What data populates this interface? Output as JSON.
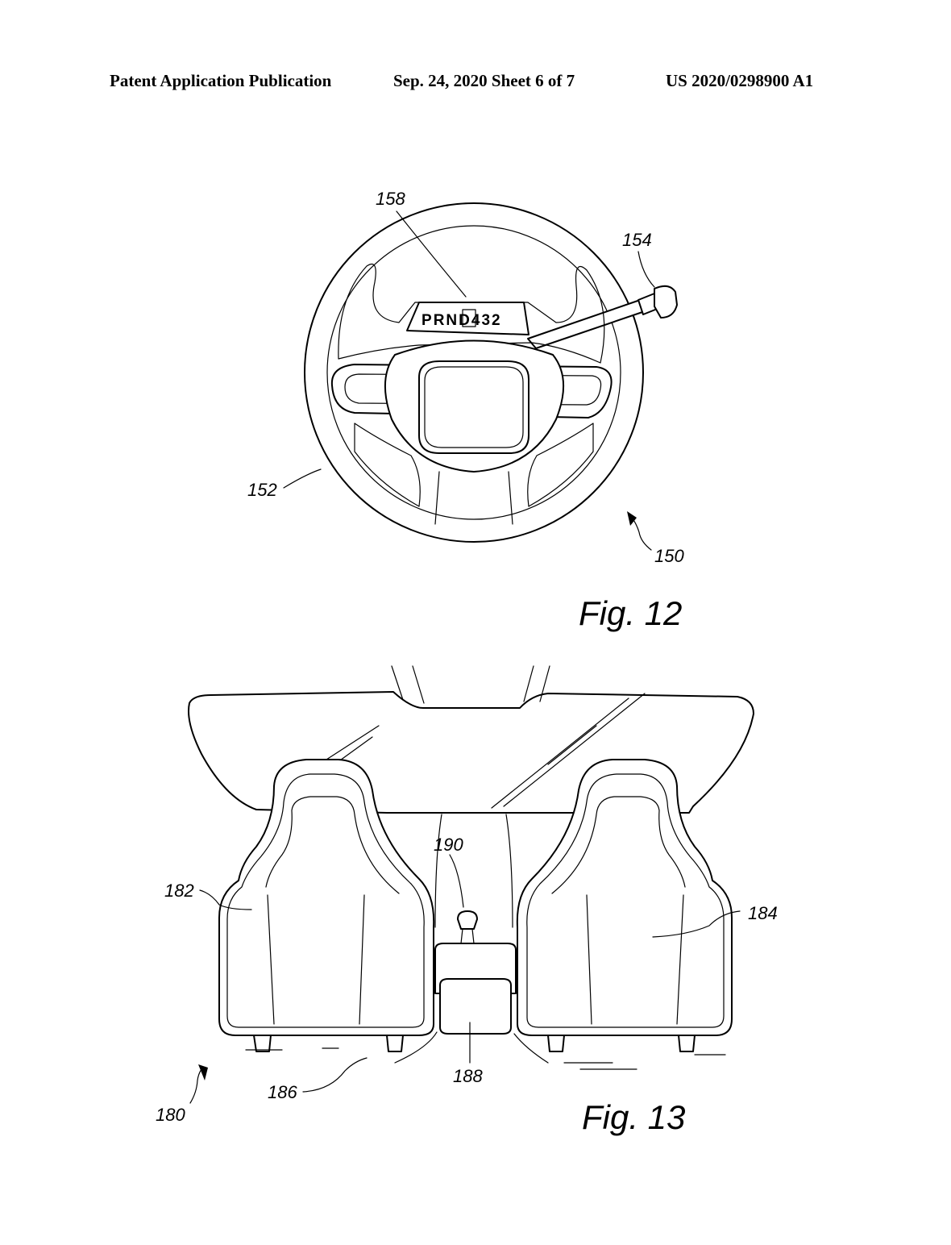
{
  "header": {
    "publication": "Patent Application Publication",
    "date_sheet": "Sep. 24, 2020   Sheet 6 of 7",
    "number": "US 2020/0298900 A1"
  },
  "fig12": {
    "caption": "Fig. 12",
    "gear_display": [
      "P",
      "R",
      "N",
      "D",
      "4",
      "3",
      "2"
    ],
    "selected_gear": "D",
    "refs": {
      "wheel_assembly": "150",
      "rim": "152",
      "stalk": "154",
      "display": "158"
    }
  },
  "fig13": {
    "caption": "Fig. 13",
    "refs": {
      "assembly": "180",
      "left_seat": "182",
      "right_seat": "184",
      "floor": "186",
      "console": "188",
      "shifter": "190"
    }
  }
}
